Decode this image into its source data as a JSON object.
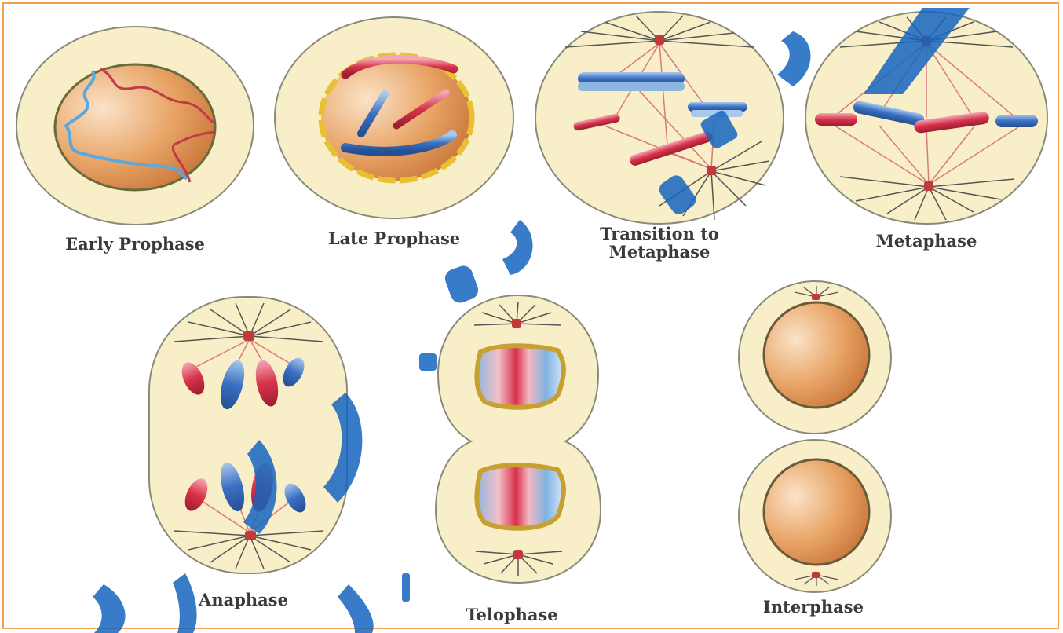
{
  "stages": {
    "early_prophase": "Early Prophase",
    "late_prophase": "Late Prophase",
    "transition_line1": "Transition to",
    "transition_line2": "Metaphase",
    "metaphase": "Metaphase",
    "anaphase": "Anaphase",
    "telophase": "Telophase",
    "interphase": "Interphase"
  },
  "colors": {
    "frame": "#f0a050",
    "cytoplasm": "#f8efc8",
    "cell_outline": "#8a8a7a",
    "nucleus": "#e09a5a",
    "chromosome_red": "#d8324a",
    "chromosome_blue": "#3a6fc0",
    "spindle": "#d97a7a",
    "centrosome": "#c0393b",
    "nuclear_envelope": "#e8c030",
    "watermark": "#1565c0"
  }
}
